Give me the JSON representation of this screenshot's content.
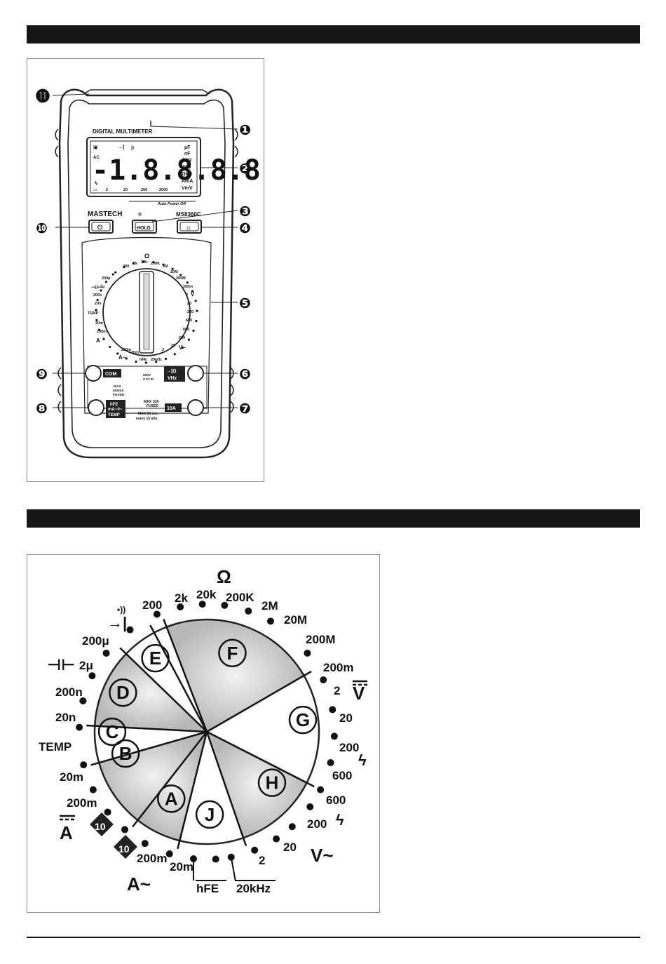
{
  "meter": {
    "title": "DIGITAL MULTIMETER",
    "brand": "MASTECH",
    "brand_mark": "®",
    "model": "MS8360C",
    "display_reading": "-1.8.8.8.8",
    "display_units": [
      "μF",
      "nF",
      "kHz",
      "MΩ",
      "ΩkΩ",
      "AmA",
      "VmV"
    ],
    "display_ac": "AC",
    "display_bottom_ticks": [
      "2",
      "20",
      "200",
      "2000"
    ],
    "auto_power_off": "Auto Power Off",
    "buttons": {
      "power": "⏻",
      "hold": "HOLD",
      "light": "☼"
    },
    "callouts": [
      "❶",
      "❷",
      "❸",
      "❹",
      "❺",
      "❻",
      "❼",
      "❽",
      "❾",
      "❿",
      "⓫"
    ],
    "dial_labels": {
      "ohm": "Ω",
      "r200": "200",
      "r2k": "2k",
      "r20k": "20k",
      "r200k": "200K",
      "r2M": "2M",
      "r20M": "20M",
      "r200M": "200M",
      "v200m": "200m",
      "v2": "2",
      "v20": "20",
      "v200": "200",
      "v600": "600",
      "ac600": "600",
      "ac200": "200",
      "ac20": "20",
      "ac2": "2",
      "ac_v": "V~",
      "freq": "20kHz",
      "hfe": "hFE",
      "a_200m": "200m",
      "a_20m": "20m",
      "a_ac": "A~",
      "dc_200m": "200m",
      "dc_20m": "20m",
      "dc_a": "A",
      "temp": "TEMP",
      "c20n": "20n",
      "c200n": "200n",
      "c2u": "2μ",
      "c200u": "200μ"
    },
    "jacks": {
      "com": "COM",
      "vohm_1": "→|Ω",
      "vohm_2": "VHz",
      "amp10": "10A",
      "ma_1": "hFE",
      "ma_2": "mA⊣⊢",
      "ma_3": "TEMP",
      "warn_600_1": "600V",
      "warn_600_2": "CAT III",
      "warn_ma_1": "MAX",
      "warn_ma_2": "400mA",
      "warn_ma_3": "FUSED",
      "warn_10a_1": "MAX 10A",
      "warn_10a_2": "FUSED",
      "warn_time_1": "MAX 30 sec.",
      "warn_time_2": "every 15 min."
    }
  },
  "dial": {
    "ohm": "Ω",
    "ohm_ranges": [
      "200",
      "2k",
      "20k",
      "200K",
      "2M",
      "20M",
      "200M"
    ],
    "dcv_ranges": [
      "200m",
      "2",
      "20",
      "200",
      "600"
    ],
    "acv_ranges": [
      "600",
      "200",
      "20",
      "2"
    ],
    "acv_label": "V~",
    "freq": "20kHz",
    "hfe": "hFE",
    "aca_ranges": [
      "20m",
      "200m"
    ],
    "aca_label": "A~",
    "dca_ranges": [
      "200m",
      "20m"
    ],
    "dca_label": "A",
    "ten": "10",
    "temp": "TEMP",
    "cap_ranges": [
      "20n",
      "200n",
      "2μ",
      "200μ"
    ],
    "zones": {
      "A": "A",
      "B": "B",
      "C": "C",
      "D": "D",
      "E": "E",
      "F": "F",
      "G": "G",
      "H": "H",
      "J": "J"
    }
  }
}
